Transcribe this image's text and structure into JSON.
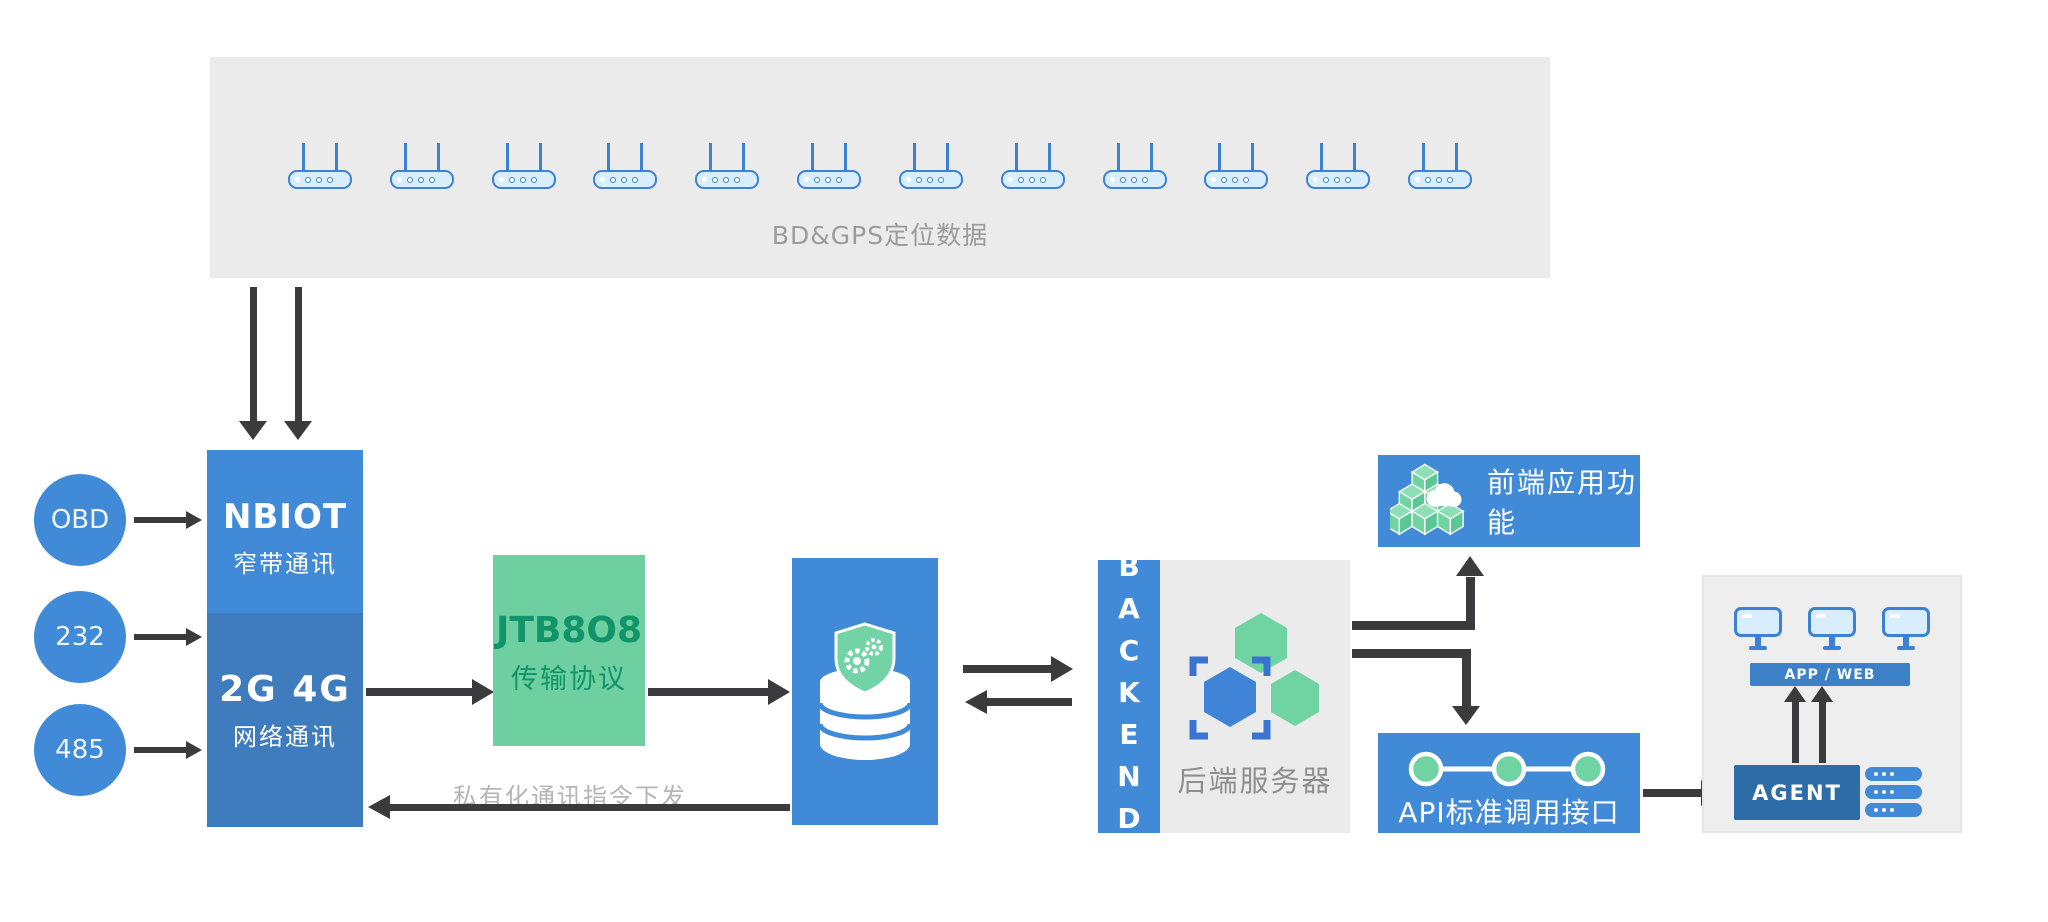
{
  "top_panel": {
    "label": "BD&GPS定位数据",
    "router_count": 12
  },
  "inputs": [
    {
      "label": "OBD"
    },
    {
      "label": "232"
    },
    {
      "label": "485"
    }
  ],
  "gateway": {
    "nbiot_title": "NBIOT",
    "nbiot_subtitle": "窄带通讯",
    "cellular_title": "2G 4G",
    "cellular_subtitle": "网络通讯"
  },
  "protocol": {
    "title": "JTB8O8",
    "subtitle": "传输协议"
  },
  "downlink": {
    "label": "私有化通讯指令下发"
  },
  "backend": {
    "side_label": "BACKEND",
    "server_label": "后端服务器"
  },
  "frontend": {
    "label": "前端应用功能"
  },
  "api": {
    "label": "API标准调用接口"
  },
  "client": {
    "app_web_label": "APP / WEB",
    "agent_label": "AGENT"
  },
  "icons": {
    "top_devices": "router-icon",
    "middle_box": "secure-database-icon",
    "backend_panel": "hexagon-cluster-icon",
    "frontend_box": "cubes-cloud-icon",
    "api_box": "timeline-nodes-icon",
    "client_panel": [
      "monitor-icon",
      "server-stack-icon"
    ]
  },
  "colors": {
    "primary_blue": "#418ad8",
    "secondary_blue": "#3f7cbd",
    "green": "#6ecfa1",
    "dark_green": "#12946a",
    "hex_blue": "#3f84d6",
    "panel_gray": "#ebebeb",
    "arrow_dark": "#3b3b3d",
    "agent_blue": "#2e6ca8",
    "app_web_bar_blue": "#3c80c8",
    "icon_light_blue": "#d8edfd",
    "icon_border_blue": "#3b82d4",
    "label_gray": "#9b9b9b",
    "muted_gray": "#b5b5b5"
  }
}
